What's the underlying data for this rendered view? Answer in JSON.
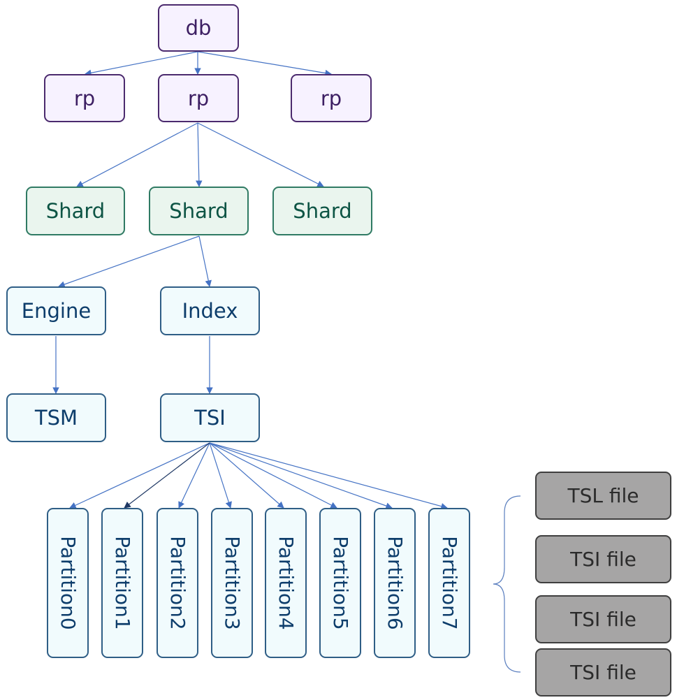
{
  "nodes": {
    "db": "db",
    "rp_left": "rp",
    "rp_center": "rp",
    "rp_right": "rp",
    "shard_left": "Shard",
    "shard_center": "Shard",
    "shard_right": "Shard",
    "engine": "Engine",
    "index": "Index",
    "tsm": "TSM",
    "tsi": "TSI",
    "partitions": [
      "Partition0",
      "Partition1",
      "Partition2",
      "Partition3",
      "Partition4",
      "Partition5",
      "Partition6",
      "Partition7"
    ],
    "files": [
      "TSL file",
      "TSI file",
      "TSI file",
      "TSI file"
    ]
  },
  "colors": {
    "edge": "#4472c4",
    "edge_dark": "#1f3864",
    "brace": "#5b7fbf"
  }
}
